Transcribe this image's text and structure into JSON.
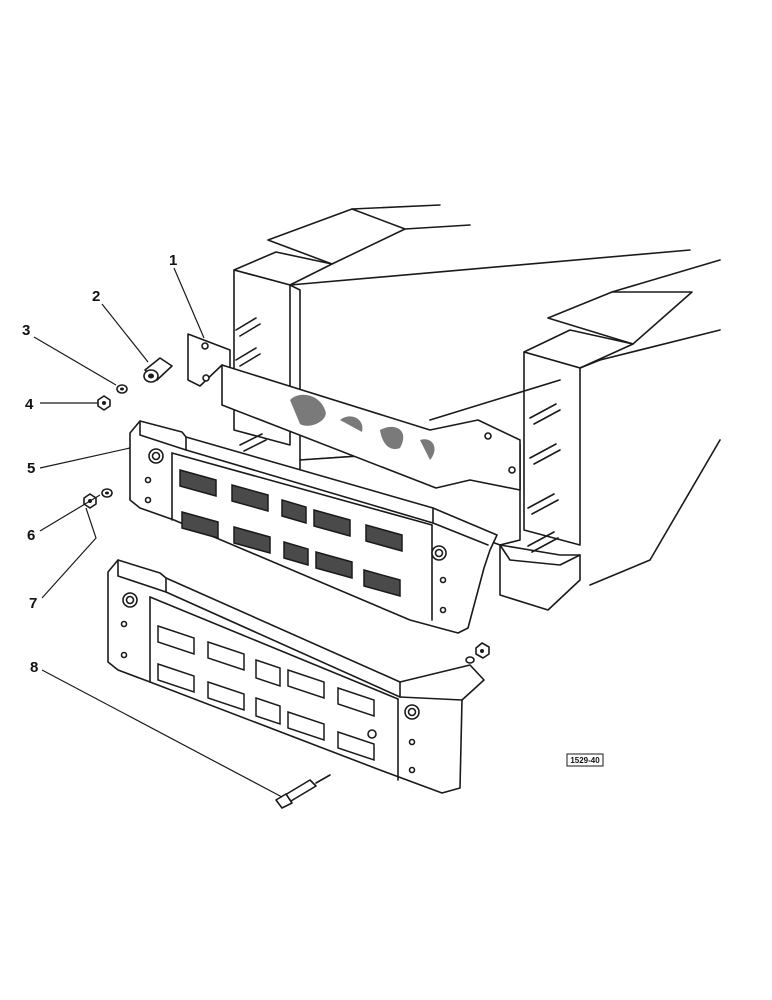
{
  "callouts": [
    {
      "id": "1",
      "label": "1"
    },
    {
      "id": "2",
      "label": "2"
    },
    {
      "id": "3",
      "label": "3"
    },
    {
      "id": "4",
      "label": "4"
    },
    {
      "id": "5",
      "label": "5"
    },
    {
      "id": "6",
      "label": "6"
    },
    {
      "id": "7",
      "label": "7"
    },
    {
      "id": "8",
      "label": "8"
    }
  ],
  "reference_code": "1529-40"
}
